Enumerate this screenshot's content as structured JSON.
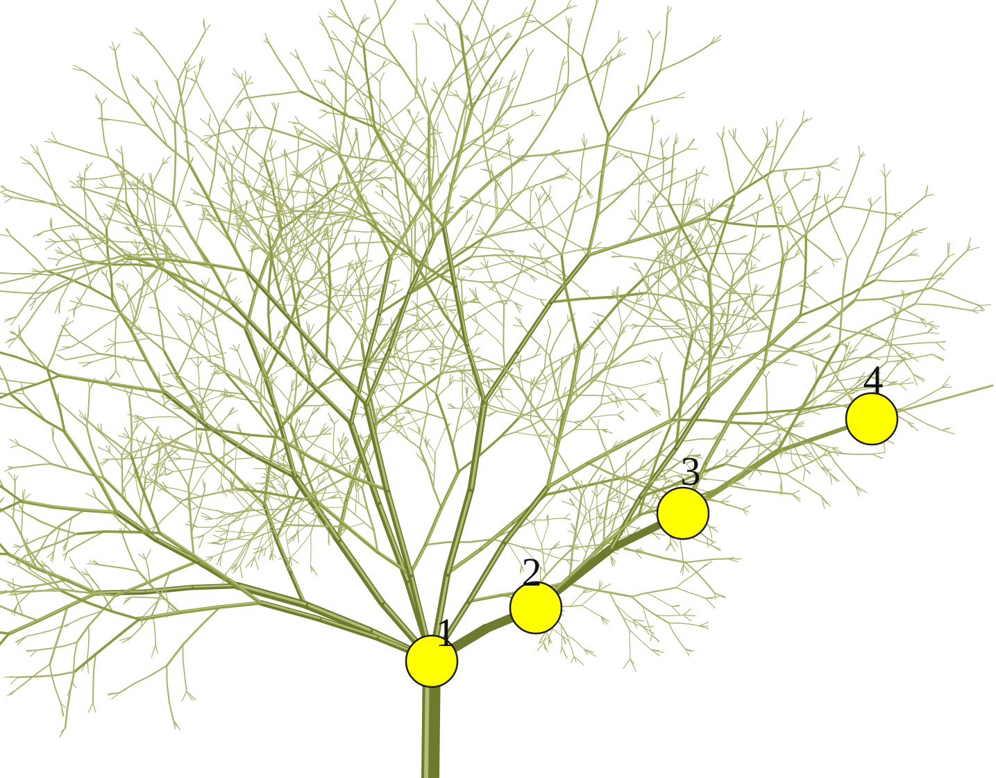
{
  "colors": {
    "background": "#ffffff",
    "branch_dark": "#6f7a2e",
    "branch_mid": "#8d9a45",
    "branch_light": "#b3bd73",
    "twig": "#a9b06a",
    "marker_fill": "#ffff00",
    "marker_stroke": "#1a1a1a",
    "label": "#111111"
  },
  "markers": [
    {
      "id": "1",
      "label": "1"
    },
    {
      "id": "2",
      "label": "2"
    },
    {
      "id": "3",
      "label": "3"
    },
    {
      "id": "4",
      "label": "4"
    }
  ]
}
